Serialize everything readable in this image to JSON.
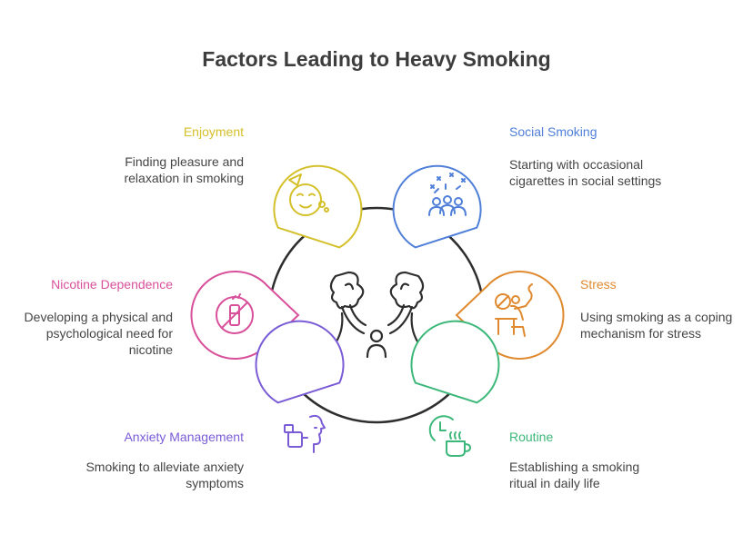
{
  "title": "Factors Leading to Heavy Smoking",
  "center_icon": "smoke-person-icon",
  "factors": [
    {
      "label": "Enjoyment",
      "description": "Finding pleasure and relaxation in smoking",
      "color": "#d4c02a",
      "icon": "smiling-face-icon"
    },
    {
      "label": "Social Smoking",
      "description": "Starting with occasional cigarettes in social settings",
      "color": "#4f7fd8",
      "icon": "group-people-icon"
    },
    {
      "label": "Nicotine Dependence",
      "description": "Developing a physical and psychological need for nicotine",
      "color": "#d9509a",
      "icon": "no-nicotine-icon"
    },
    {
      "label": "Stress",
      "description": "Using smoking as a coping mechanism for stress",
      "color": "#e08a30",
      "icon": "stressed-person-smoking-icon"
    },
    {
      "label": "Anxiety Management",
      "description": "Smoking to alleviate anxiety symptoms",
      "color": "#7a5cd6",
      "icon": "inhaler-icon"
    },
    {
      "label": "Routine",
      "description": "Establishing a smoking ritual in daily life",
      "color": "#3db87a",
      "icon": "clock-coffee-icon"
    }
  ]
}
